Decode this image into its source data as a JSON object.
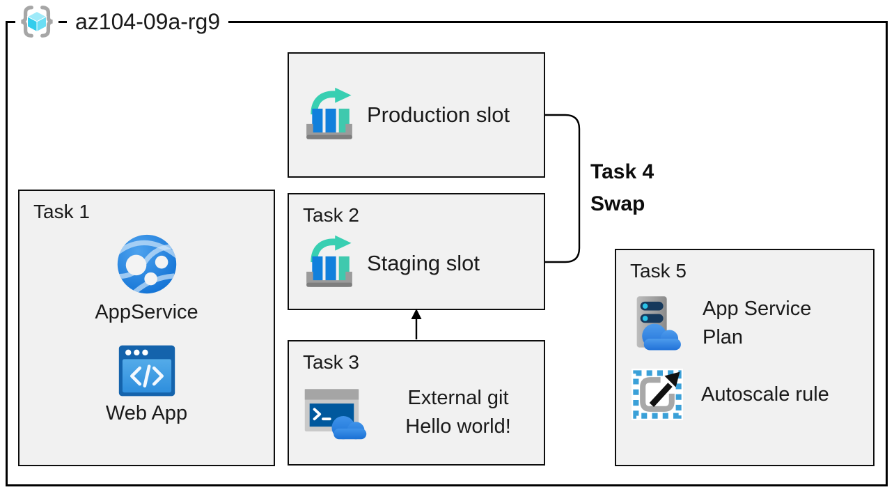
{
  "diagram": {
    "resource_group": {
      "name": "az104-09a-rg9",
      "icon": "resource-group-icon"
    },
    "production_box": {
      "label": "Production slot",
      "icon": "deployment-slot-icon"
    },
    "task1": {
      "title": "Task 1",
      "items": [
        {
          "label": "AppService",
          "icon": "app-service-icon"
        },
        {
          "label": "Web App",
          "icon": "web-app-icon"
        }
      ]
    },
    "task2": {
      "title": "Task 2",
      "label": "Staging slot",
      "icon": "deployment-slot-icon"
    },
    "task3": {
      "title": "Task 3",
      "icon": "cloud-shell-icon",
      "lines": [
        "External git",
        "Hello world!"
      ]
    },
    "task4": {
      "lines": [
        "Task 4",
        "Swap"
      ]
    },
    "task5": {
      "title": "Task 5",
      "items": [
        {
          "label": "App Service Plan",
          "icon": "app-service-plan-icon"
        },
        {
          "label": "Autoscale rule",
          "icon": "autoscale-icon"
        }
      ]
    },
    "colors": {
      "box_fill": "#f1f1f1",
      "border_black": "#000000",
      "azure_bar_blue": "#1180dc",
      "teal_accent": "#3bcdb2",
      "tray_gray": "#9b9b9b",
      "globe_blue": "#1473d2",
      "webapp_frame_blue": "#1463ac",
      "webapp_body_blue": "#3f9ce4",
      "shell_navy": "#00589d",
      "cloud_blue": "#2f83e2",
      "server_navy": "#16395c",
      "cyan_dot": "#2ac3e8",
      "autoscale_dash_blue": "#3aa0d8",
      "cube_cyan": "#45d3ef",
      "brace_gray": "#a6a6a6"
    }
  }
}
